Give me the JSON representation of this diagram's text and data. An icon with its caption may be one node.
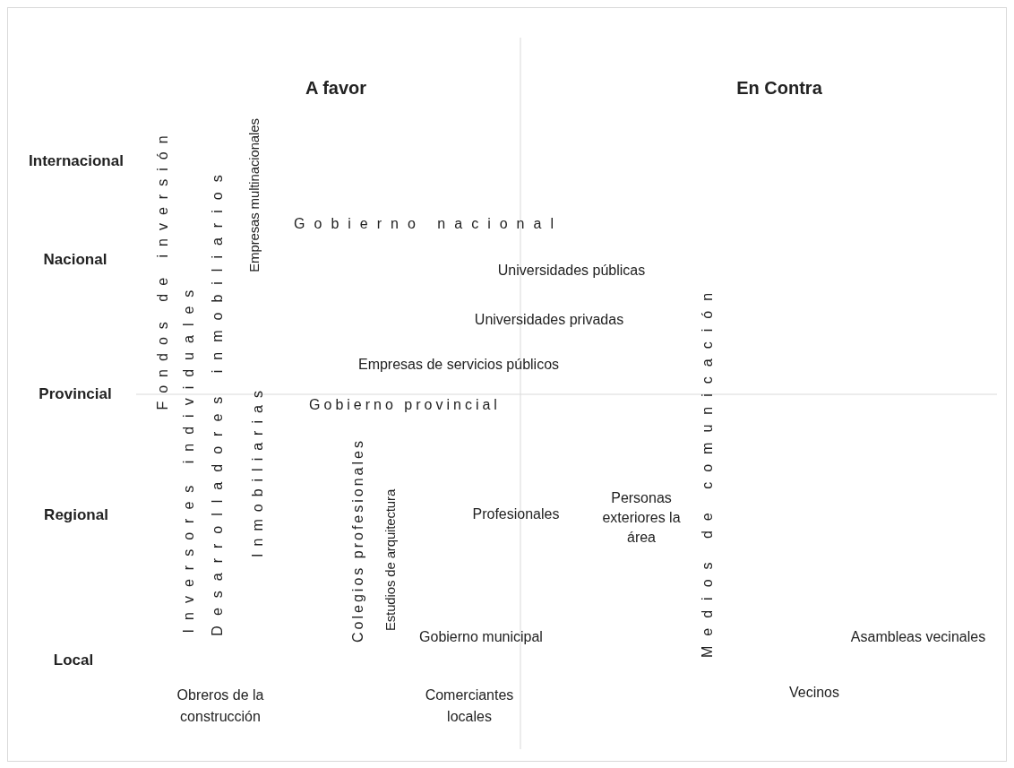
{
  "diagram": {
    "labels": [
      "A favor",
      "En Contra",
      "Internacional",
      "Empresas multinacionales",
      "Fondos de inversión",
      "Inversores individuales",
      "Desarrolladores inmobiliarios",
      "Gobierno nacional",
      "Nacional",
      "Universidades públicas",
      "Medios de comunicación",
      "Colegios profesionales",
      "Universidades privadas",
      "Empresas de servicios públicos",
      "Provincial",
      "Gobierno provincial",
      "Inmobiliarias",
      "Estudios de arquitectura",
      "Personas exteriores la área",
      "Regional",
      "Profesionales",
      "Gobierno municipal",
      "Asambleas vecinales",
      "Local",
      "Obreros de la construcción",
      "Comerciantes locales",
      "Vecinos"
    ]
  }
}
